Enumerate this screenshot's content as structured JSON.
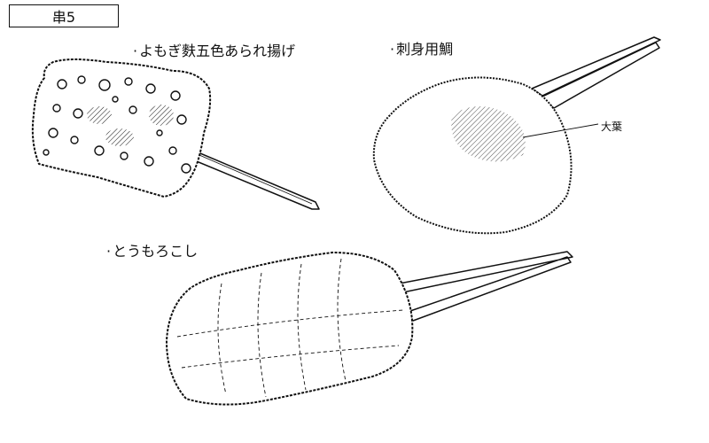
{
  "title": "串5",
  "items": [
    {
      "label": "よもぎ麩五色あられ揚げ"
    },
    {
      "label": "刺身用鯛",
      "callout": "大葉"
    },
    {
      "label": "とうもろこし"
    }
  ],
  "bullet": "·",
  "colors": {
    "ink": "#111111",
    "background": "#ffffff"
  }
}
